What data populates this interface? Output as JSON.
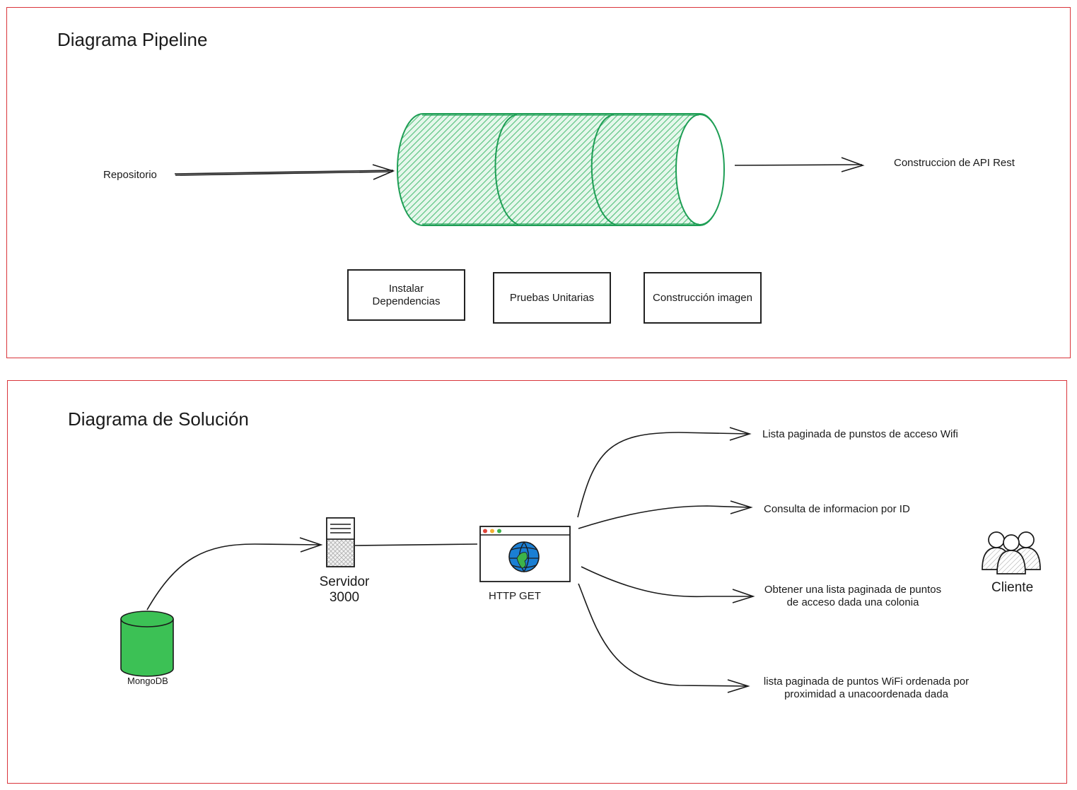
{
  "pipeline": {
    "title": "Diagrama Pipeline",
    "source_label": "Repositorio",
    "output_label": "Construccion de API Rest",
    "stages": [
      "Instalar\nDependencias",
      "Pruebas Unitarias",
      "Construcción imagen"
    ],
    "pipe_color": "#1e9e55",
    "pipe_fill": "#8fd9a8"
  },
  "solution": {
    "title": "Diagrama de Solución",
    "database_label": "MongoDB",
    "database_color": "#3cc155",
    "server_label_line1": "Servidor",
    "server_label_line2": "3000",
    "browser_label": "HTTP GET",
    "client_label": "Cliente",
    "endpoints": [
      "Lista paginada de punstos de acceso Wifi",
      "Consulta de informacion por ID",
      "Obtener una lista paginada de puntos\nde acceso dada una colonia",
      "lista paginada de puntos WiFi ordenada por\nproximidad a unacoordenada dada"
    ]
  },
  "colors": {
    "frame": "#d9353b",
    "stroke": "#1a1a1a",
    "globe": "#1a7fd4"
  },
  "icons": [
    "database-icon",
    "server-icon",
    "browser-icon",
    "globe-icon",
    "users-icon"
  ]
}
